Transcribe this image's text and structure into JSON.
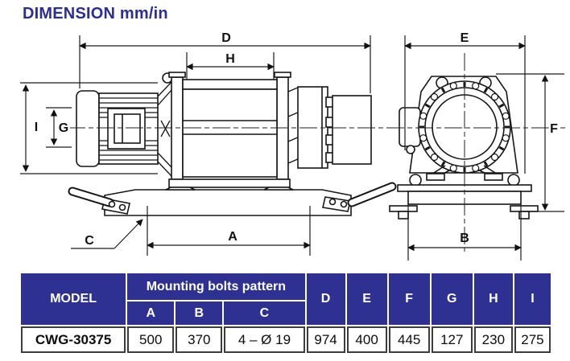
{
  "title": "DIMENSION mm/in",
  "drawing": {
    "side_view": {
      "labels": {
        "d": "D",
        "h": "H",
        "i": "I",
        "g": "G",
        "c": "C",
        "a": "A"
      }
    },
    "end_view": {
      "labels": {
        "e": "E",
        "f": "F",
        "b": "B"
      }
    }
  },
  "table": {
    "header": {
      "model": "MODEL",
      "mounting_bolts_pattern": "Mounting bolts pattern",
      "a": "A",
      "b": "B",
      "c": "C",
      "d": "D",
      "e": "E",
      "f": "F",
      "g": "G",
      "h": "H",
      "i": "I"
    },
    "rows": [
      {
        "model": "CWG-30375",
        "a": "500",
        "b": "370",
        "c": "4 – Ø 19",
        "d": "974",
        "e": "400",
        "f": "445",
        "g": "127",
        "h": "230",
        "i": "275"
      }
    ]
  },
  "colors": {
    "accent_blue": "#2e3192",
    "line_black": "#1a1a1a"
  }
}
